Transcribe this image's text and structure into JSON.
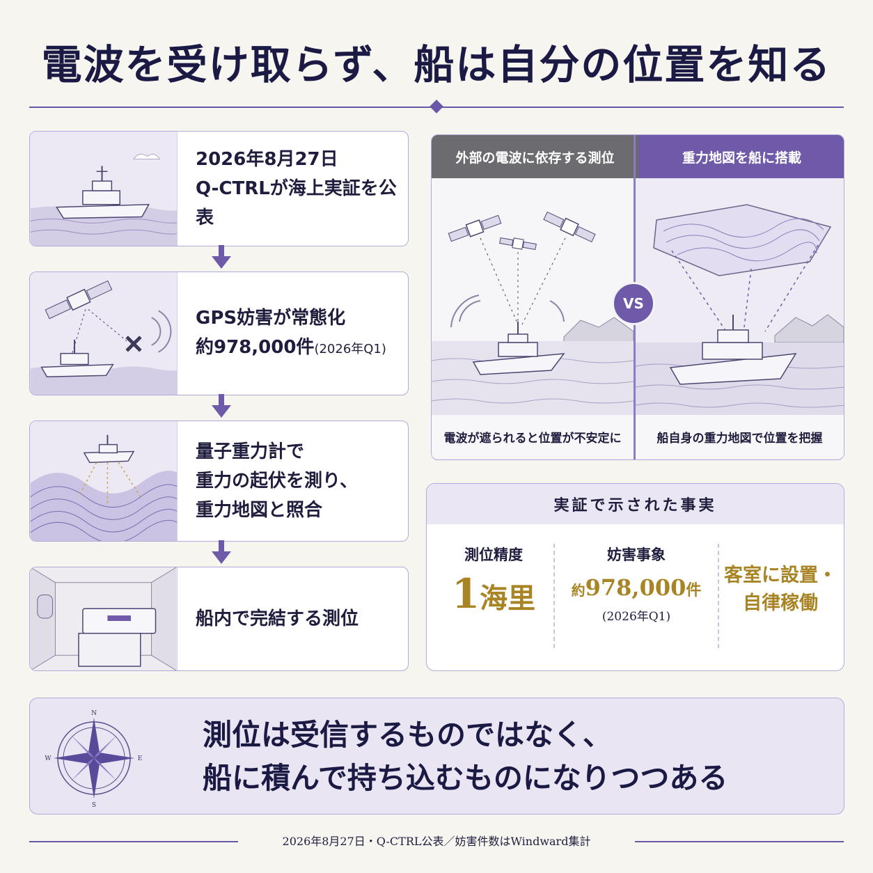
{
  "title": "電波を受け取らず、船は自分の位置を知る",
  "steps": [
    {
      "line1": "2026年8月27日",
      "line2": "Q-CTRLが海上実証を公表",
      "line3": ""
    },
    {
      "line1": "GPS妨害が常態化",
      "line2": "約978,000件",
      "line2_small": "(2026年Q1)"
    },
    {
      "line1": "量子重力計で",
      "line2": "重力の起伏を測り、",
      "line3": "重力地図と照合"
    },
    {
      "line1": "船内で完結する測位"
    }
  ],
  "compare": {
    "left_header": "外部の電波に依存する測位",
    "right_header": "重力地図を船に搭載",
    "vs": "VS",
    "left_caption": "電波が遮られると位置が不安定に",
    "right_caption": "船自身の重力地図で位置を把握"
  },
  "facts": {
    "header": "実証で示された事実",
    "items": [
      {
        "label": "測位精度",
        "value_num": "1",
        "value_unit": "海里"
      },
      {
        "label": "妨害事象",
        "value_prefix": "約",
        "value_num": "978,000",
        "value_unit": "件",
        "note": "(2026年Q1)"
      },
      {
        "label": "",
        "value_line1": "客室に設置・",
        "value_line2": "自律稼働"
      }
    ]
  },
  "banner": {
    "line1": "測位は受信するものではなく、",
    "line2": "船に積んで持ち込むものになりつつある",
    "compass": {
      "n": "N",
      "s": "S",
      "e": "E",
      "w": "W"
    }
  },
  "footer": "2026年8月27日・Q-CTRL公表／妨害件数はWindward集計",
  "colors": {
    "accent": "#6e5aa8",
    "navy": "#1b1a44",
    "gold": "#a88424",
    "panel": "#ebe6f4"
  }
}
